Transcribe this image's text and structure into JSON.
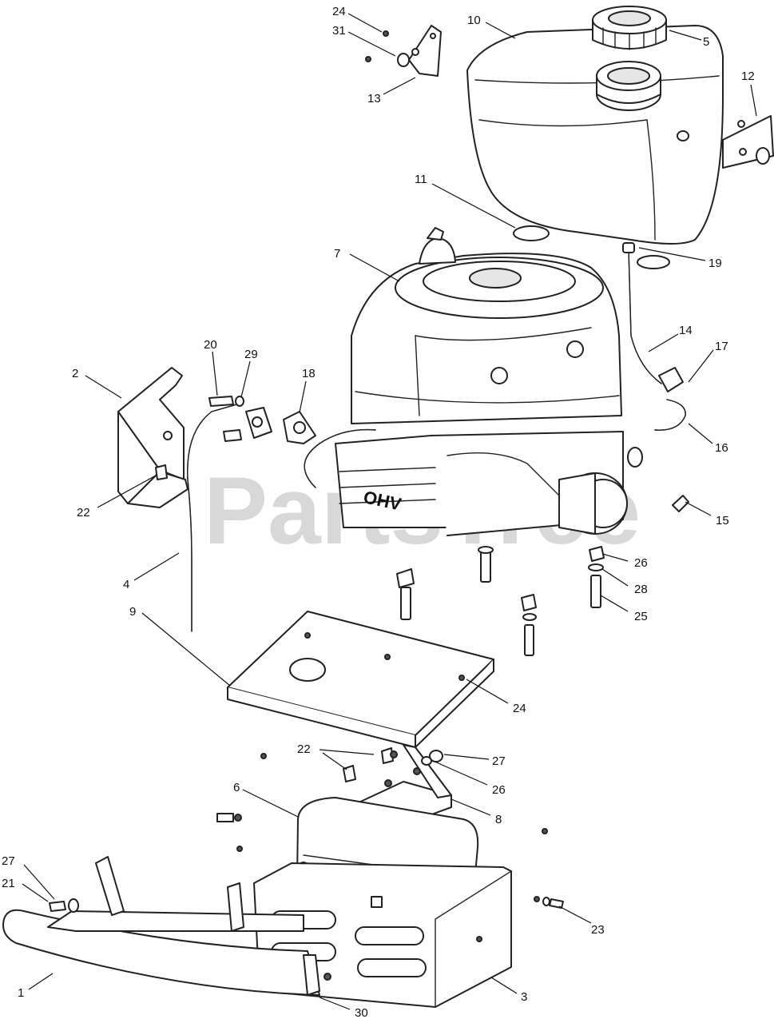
{
  "watermark": "PartsTree",
  "callouts": {
    "c1": "1",
    "c2": "2",
    "c3": "3",
    "c4": "4",
    "c5": "5",
    "c6": "6",
    "c7": "7",
    "c8": "8",
    "c9": "9",
    "c10": "10",
    "c11": "11",
    "c12": "12",
    "c13": "13",
    "c14": "14",
    "c15": "15",
    "c16": "16",
    "c17": "17",
    "c18": "18",
    "c19": "19",
    "c20": "20",
    "c21": "21",
    "c22a": "22",
    "c22b": "22",
    "c23": "23",
    "c24a": "24",
    "c24b": "24",
    "c25": "25",
    "c26a": "26",
    "c26b": "26",
    "c27a": "27",
    "c27b": "27",
    "c28": "28",
    "c29": "29",
    "c30": "30",
    "c31": "31"
  },
  "engine_label": "OHV"
}
